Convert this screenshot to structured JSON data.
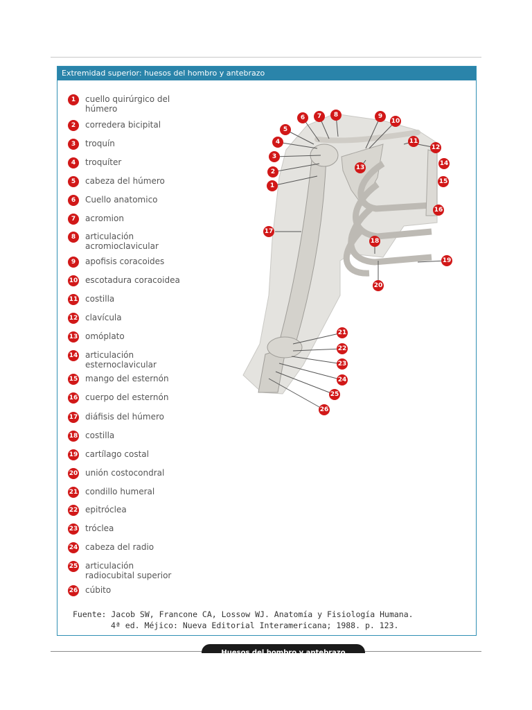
{
  "figure": {
    "title": "Extremidad superior: huesos del hombro y antebrazo",
    "legend": [
      {
        "num": "1",
        "label": "cuello quirúrgico del\nhúmero"
      },
      {
        "num": "2",
        "label": "corredera bicipital"
      },
      {
        "num": "3",
        "label": "troquín"
      },
      {
        "num": "4",
        "label": "troquíter"
      },
      {
        "num": "5",
        "label": "cabeza del húmero"
      },
      {
        "num": "6",
        "label": "Cuello anatomico"
      },
      {
        "num": "7",
        "label": "acromion"
      },
      {
        "num": "8",
        "label": "articulación\nacromioclavicular"
      },
      {
        "num": "9",
        "label": "apofisis coracoides"
      },
      {
        "num": "10",
        "label": "escotadura coracoidea"
      },
      {
        "num": "11",
        "label": "costilla"
      },
      {
        "num": "12",
        "label": "clavícula"
      },
      {
        "num": "13",
        "label": "omóplato"
      },
      {
        "num": "14",
        "label": "articulación\nesternoclavicular"
      },
      {
        "num": "15",
        "label": "mango del esternón"
      },
      {
        "num": "16",
        "label": "cuerpo del esternón"
      },
      {
        "num": "17",
        "label": "diáfisis del húmero"
      },
      {
        "num": "18",
        "label": "costilla"
      },
      {
        "num": "19",
        "label": "cartílago costal"
      },
      {
        "num": "20",
        "label": "unión costocondral"
      },
      {
        "num": "21",
        "label": "condillo humeral"
      },
      {
        "num": "22",
        "label": "epitróclea"
      },
      {
        "num": "23",
        "label": "tróclea"
      },
      {
        "num": "24",
        "label": "cabeza del radio"
      },
      {
        "num": "25",
        "label": "articulación\nradiocubital superior"
      },
      {
        "num": "26",
        "label": "cúbito"
      }
    ],
    "source_line1": "Fuente: Jacob SW, Francone CA, Lossow WJ. Anatomía y Fisiología Humana.",
    "source_line2": "4ª ed. Méjico: Nueva Editorial Interamericana; 1988. p. 123.",
    "callouts": [
      "1",
      "2",
      "3",
      "4",
      "5",
      "6",
      "7",
      "8",
      "9",
      "10",
      "11",
      "12",
      "13",
      "14",
      "15",
      "16",
      "17",
      "18",
      "19",
      "20",
      "21",
      "22",
      "23",
      "24",
      "25",
      "26"
    ]
  },
  "caption_tab": "Huesos del hombro y antebrazo",
  "colors": {
    "accent": "#2a84aa",
    "badge": "#d11818"
  }
}
